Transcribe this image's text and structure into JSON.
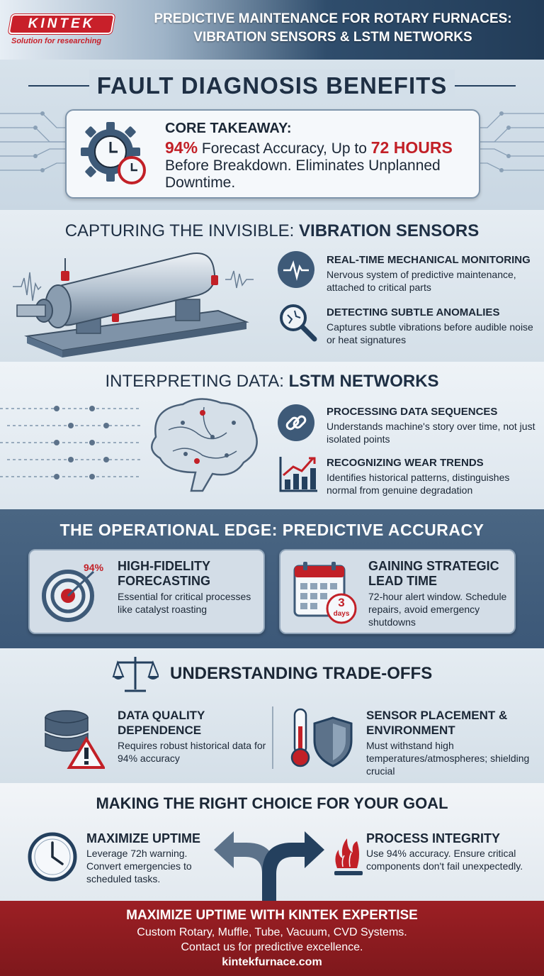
{
  "header": {
    "logo": "KINTEK",
    "tagline": "Solution for researching",
    "title_line1": "PREDICTIVE MAINTENANCE FOR ROTARY FURNACES:",
    "title_line2": "VIBRATION SENSORS & LSTM NETWORKS"
  },
  "benefits": {
    "title": "FAULT DIAGNOSIS BENEFITS",
    "core_label": "CORE TAKEAWAY:",
    "accuracy": "94%",
    "accuracy_text": "Forecast Accuracy, Up to",
    "hours": "72 HOURS",
    "body": "Before Breakdown. Eliminates Unplanned Downtime."
  },
  "sensors": {
    "title_plain": "CAPTURING THE INVISIBLE: ",
    "title_bold": "VIBRATION SENSORS",
    "items": [
      {
        "title": "REAL-TIME MECHANICAL MONITORING",
        "text": "Nervous system of predictive maintenance, attached to critical parts"
      },
      {
        "title": "DETECTING SUBTLE ANOMALIES",
        "text": "Captures subtle vibrations before audible noise or heat signatures"
      }
    ]
  },
  "lstm": {
    "title_plain": "INTERPRETING DATA: ",
    "title_bold": "LSTM NETWORKS",
    "items": [
      {
        "title": "PROCESSING DATA SEQUENCES",
        "text": "Understands machine's story over time, not just isolated points"
      },
      {
        "title": "RECOGNIZING WEAR TRENDS",
        "text": "Identifies historical patterns, distinguishes normal from genuine degradation"
      }
    ]
  },
  "edge": {
    "title": "THE OPERATIONAL EDGE: PREDICTIVE ACCURACY",
    "cards": [
      {
        "title": "HIGH-FIDELITY FORECASTING",
        "text": "Essential for critical processes like catalyst roasting",
        "badge": "94%"
      },
      {
        "title": "GAINING STRATEGIC LEAD TIME",
        "text": "72-hour alert window. Schedule repairs, avoid emergency shutdowns",
        "badge_num": "3",
        "badge_unit": "days"
      }
    ]
  },
  "tradeoffs": {
    "title": "UNDERSTANDING TRADE-OFFS",
    "items": [
      {
        "title": "DATA QUALITY DEPENDENCE",
        "text": "Requires robust historical data for 94% accuracy"
      },
      {
        "title": "SENSOR PLACEMENT & ENVIRONMENT",
        "text": "Must withstand high temperatures/atmospheres; shielding crucial"
      }
    ]
  },
  "choice": {
    "title": "MAKING THE RIGHT CHOICE FOR YOUR GOAL",
    "items": [
      {
        "title": "MAXIMIZE UPTIME",
        "text": "Leverage 72h warning. Convert emergencies to scheduled tasks."
      },
      {
        "title": "PROCESS INTEGRITY",
        "text": "Use 94% accuracy. Ensure critical components don't fail unexpectedly."
      }
    ]
  },
  "cta": {
    "title": "MAXIMIZE UPTIME WITH KINTEK EXPERTISE",
    "line1": "Custom Rotary, Muffle, Tube, Vacuum, CVD Systems.",
    "line2": "Contact us for predictive excellence.",
    "url": "kintekfurnace.com"
  },
  "colors": {
    "brand_red": "#c22027",
    "navy": "#24405e",
    "steel": "#3e5a78"
  }
}
